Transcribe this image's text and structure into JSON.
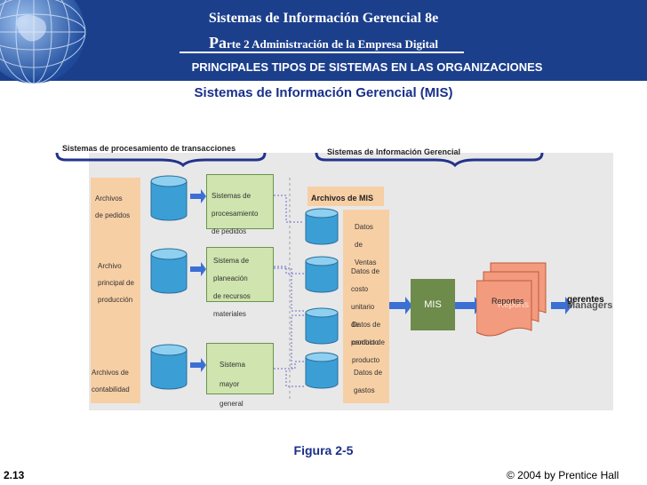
{
  "header": {
    "title": "Sistemas de Información Gerencial 8e",
    "subtitle_first": "Pa",
    "subtitle_rest": "rte 2 Administración de la Empresa Digital",
    "section_title": "PRINCIPALES TIPOS DE SISTEMAS EN LAS ORGANIZACIONES"
  },
  "slide_subtitle": "Sistemas de Información Gerencial (MIS)",
  "diagram": {
    "tps_label": "Sistemas de procesamiento de transacciones",
    "mis_label": "Sistemas de Información Gerencial",
    "files": [
      {
        "text": "Archivos\nde pedidos"
      },
      {
        "text": "Archivo\nprincipal de\nproducción"
      },
      {
        "text": "Archivos de\ncontabilidad"
      }
    ],
    "systems": [
      {
        "text": "Sistemas de\nprocesamiento\nde pedidos"
      },
      {
        "text": "Sistema de\nplaneación\nde recursos\nmateriales"
      },
      {
        "text": "Sistema\nmayor\ngeneral"
      }
    ],
    "mis_files_title": "Archivos de MIS",
    "mis_data": [
      {
        "text": "Datos\nde\nVentas"
      },
      {
        "text": "Datos de\ncosto\nunitario\nde\nproducto"
      },
      {
        "text": "Datos de\ncambio de\nproducto"
      },
      {
        "text": "Datos de\ngastos"
      }
    ],
    "mis_box": "MIS",
    "reports_label": "Reportes",
    "reports_ghost": "Reports",
    "managers_label": "gerentes",
    "managers_ghost": "Managers"
  },
  "figure_caption": "Figura 2-5",
  "page_number": "2.13",
  "copyright": "© 2004 by Prentice Hall"
}
